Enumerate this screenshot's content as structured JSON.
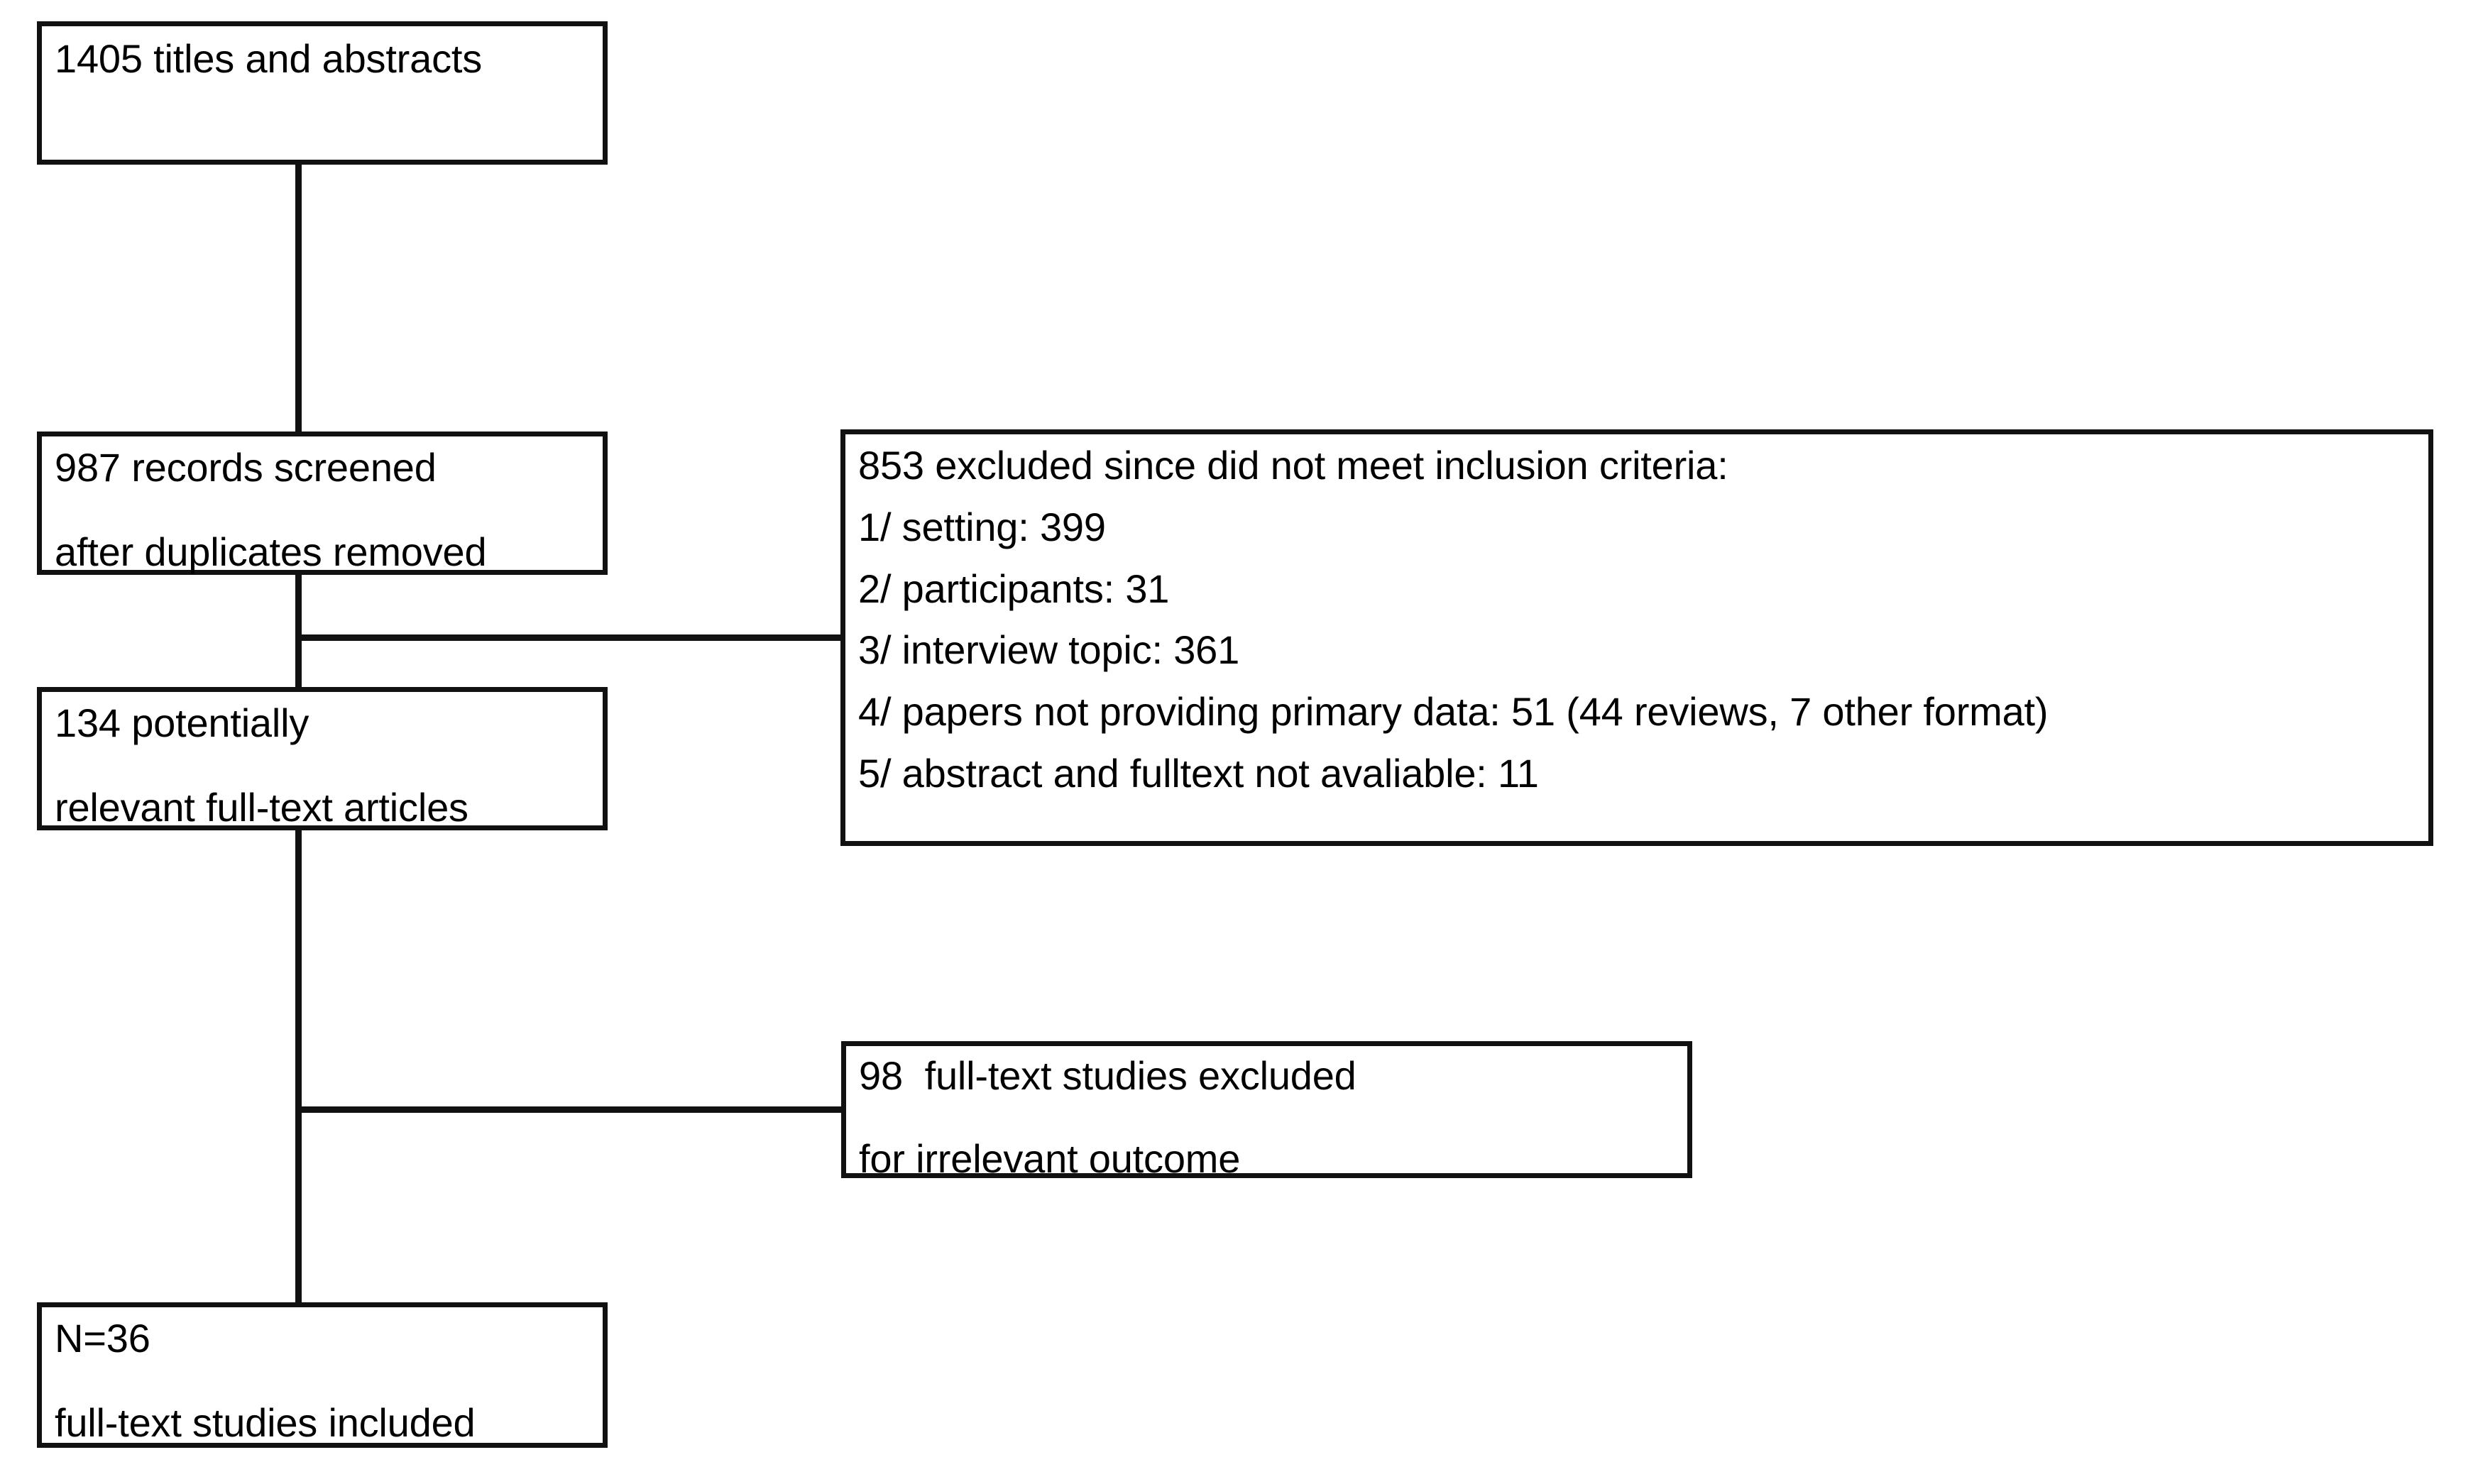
{
  "diagram": {
    "type": "prisma-flow-diagram",
    "boxes": {
      "titles_abstracts": {
        "lines": [
          "1405 titles and abstracts"
        ]
      },
      "records_screened": {
        "lines": [
          "987 records screened",
          "after duplicates removed"
        ]
      },
      "fulltext_articles": {
        "lines": [
          "134 potentially",
          "relevant full-text articles"
        ]
      },
      "excluded_criteria": {
        "lines": [
          "853 excluded since did not meet inclusion criteria:",
          "1/ setting: 399",
          "2/ participants: 31",
          "3/ interview topic: 361",
          "4/ papers not providing primary data: 51 (44 reviews, 7 other format)",
          "5/ abstract and fulltext not avaliable: 11"
        ]
      },
      "excluded_outcome": {
        "lines": [
          "98  full-text studies excluded",
          "for irrelevant outcome"
        ]
      },
      "studies_included": {
        "lines": [
          "N=36",
          "full-text studies included"
        ]
      }
    },
    "counts": {
      "titles_and_abstracts": 1405,
      "records_screened_after_duplicates": 987,
      "excluded_not_meeting_criteria": 853,
      "excluded_setting": 399,
      "excluded_participants": 31,
      "excluded_interview_topic": 361,
      "excluded_no_primary_data": 51,
      "excluded_no_primary_data_reviews": 44,
      "excluded_no_primary_data_other_format": 7,
      "excluded_abstract_fulltext_unavailable": 11,
      "potentially_relevant_fulltext": 134,
      "fulltext_excluded_irrelevant_outcome": 98,
      "fulltext_studies_included": 36
    },
    "colors": {
      "border": "#111111",
      "text": "#000000",
      "background": "#ffffff"
    }
  }
}
